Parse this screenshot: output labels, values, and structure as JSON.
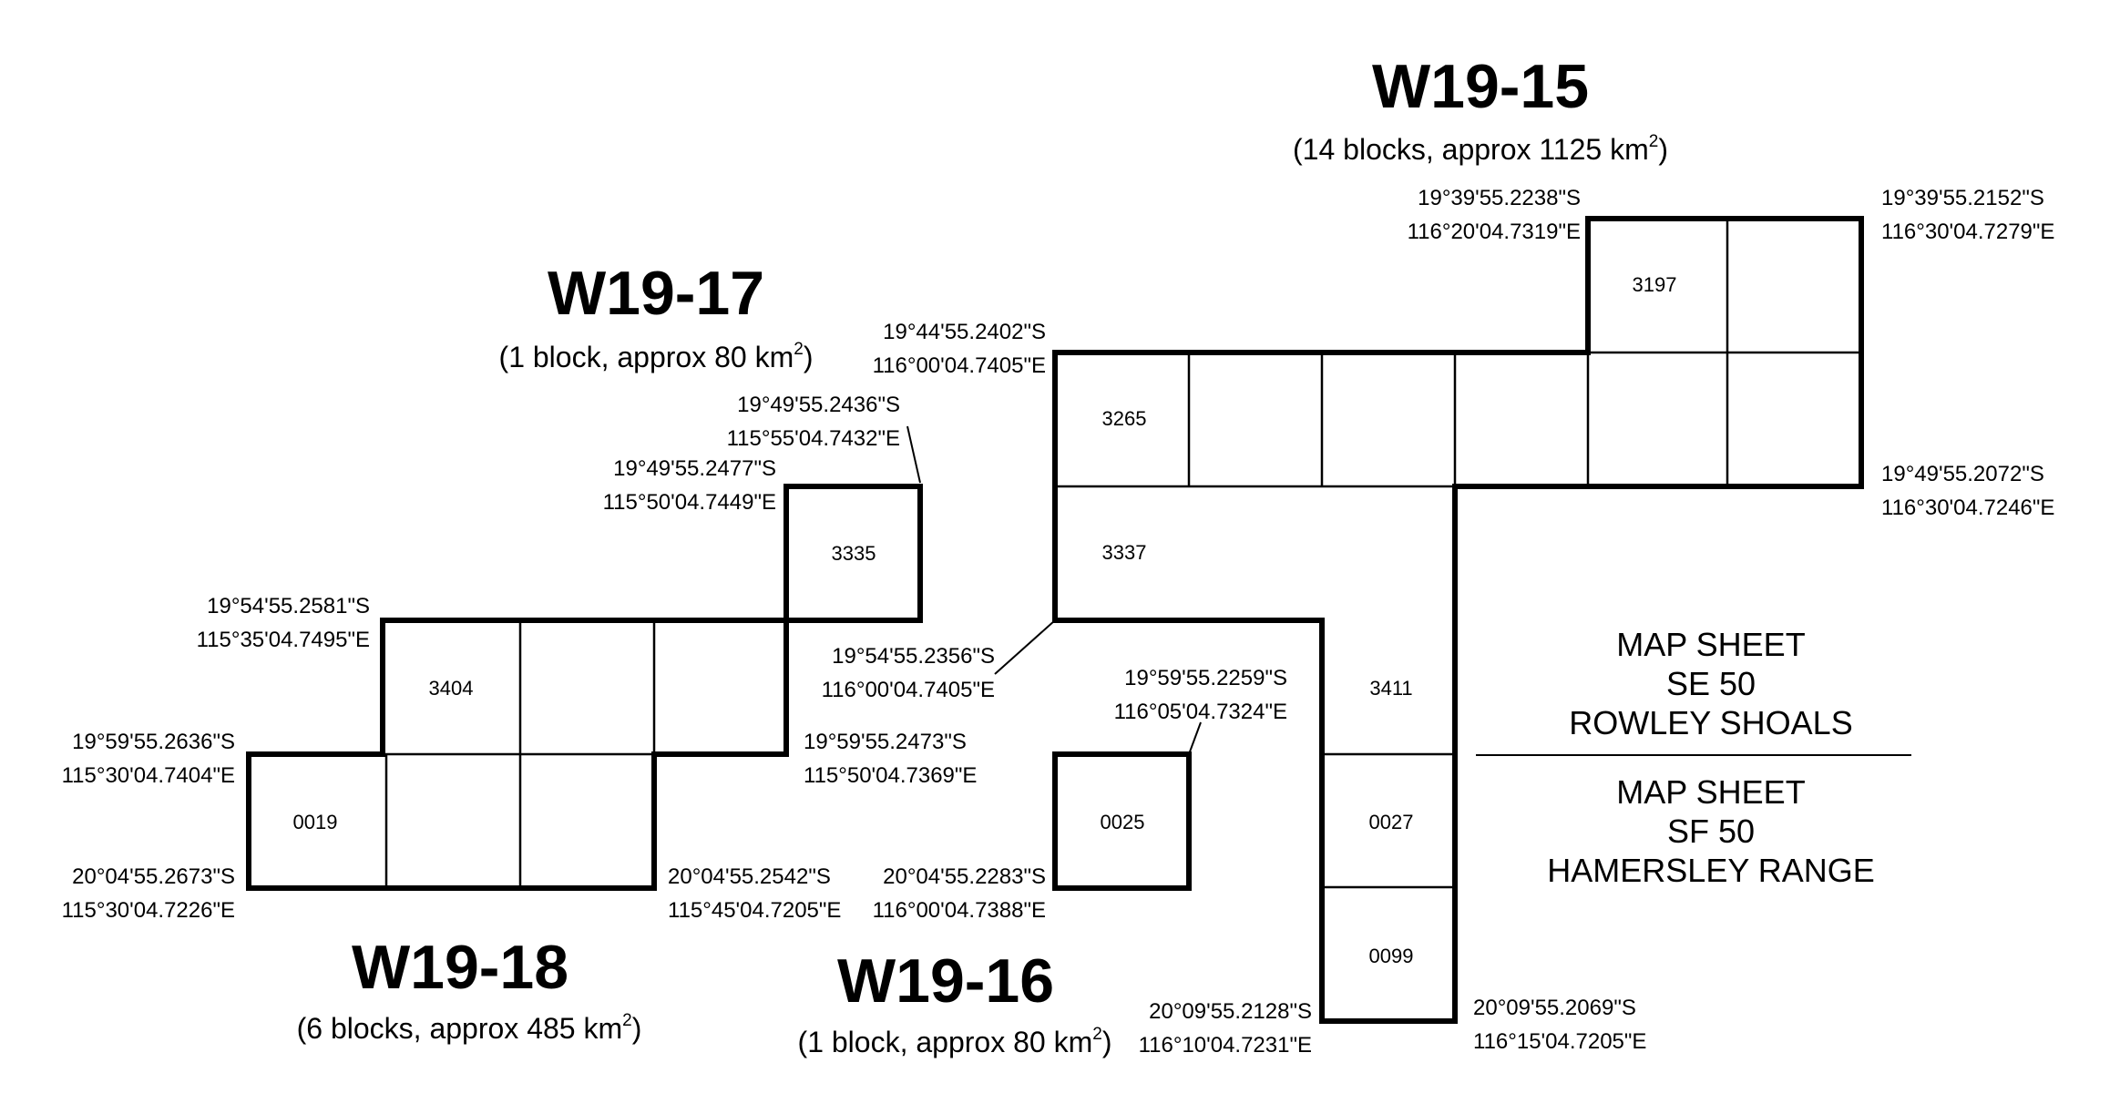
{
  "colors": {
    "line": "#000000",
    "background": "#ffffff",
    "text": "#000000"
  },
  "areas": [
    {
      "id": "W19-15",
      "title": "W19-15",
      "subtitle_main": "(14 blocks, approx 1125 km",
      "subtitle_sup": "2",
      "subtitle_end": ")"
    },
    {
      "id": "W19-17",
      "title": "W19-17",
      "subtitle_main": "(1 block, approx 80 km",
      "subtitle_sup": "2",
      "subtitle_end": ")"
    },
    {
      "id": "W19-18",
      "title": "W19-18",
      "subtitle_main": "(6 blocks, approx 485 km",
      "subtitle_sup": "2",
      "subtitle_end": ")"
    },
    {
      "id": "W19-16",
      "title": "W19-16",
      "subtitle_main": "(1 block, approx 80 km",
      "subtitle_sup": "2",
      "subtitle_end": ")"
    }
  ],
  "block_labels": [
    {
      "area": "W19-15",
      "text": "3197"
    },
    {
      "area": "W19-15",
      "text": "3265"
    },
    {
      "area": "W19-15",
      "text": "3337"
    },
    {
      "area": "W19-15",
      "text": "3411"
    },
    {
      "area": "W19-15",
      "text": "0027"
    },
    {
      "area": "W19-15",
      "text": "0099"
    },
    {
      "area": "W19-17",
      "text": "3335"
    },
    {
      "area": "W19-18",
      "text": "3404"
    },
    {
      "area": "W19-18",
      "text": "0019"
    },
    {
      "area": "W19-16",
      "text": "0025"
    }
  ],
  "coordinates": [
    {
      "lat": "19°39'55.2238\"S",
      "lon": "116°20'04.7319\"E"
    },
    {
      "lat": "19°39'55.2152\"S",
      "lon": "116°30'04.7279\"E"
    },
    {
      "lat": "19°44'55.2402\"S",
      "lon": "116°00'04.7405\"E"
    },
    {
      "lat": "19°49'55.2072\"S",
      "lon": "116°30'04.7246\"E"
    },
    {
      "lat": "19°49'55.2436\"S",
      "lon": "115°55'04.7432\"E"
    },
    {
      "lat": "19°49'55.2477\"S",
      "lon": "115°50'04.7449\"E"
    },
    {
      "lat": "19°54'55.2581\"S",
      "lon": "115°35'04.7495\"E"
    },
    {
      "lat": "19°54'55.2356\"S",
      "lon": "116°00'04.7405\"E"
    },
    {
      "lat": "19°59'55.2259\"S",
      "lon": "116°05'04.7324\"E"
    },
    {
      "lat": "19°59'55.2636\"S",
      "lon": "115°30'04.7404\"E"
    },
    {
      "lat": "19°59'55.2473\"S",
      "lon": "115°50'04.7369\"E"
    },
    {
      "lat": "20°04'55.2673\"S",
      "lon": "115°30'04.7226\"E"
    },
    {
      "lat": "20°04'55.2542\"S",
      "lon": "115°45'04.7205\"E"
    },
    {
      "lat": "20°04'55.2283\"S",
      "lon": "116°00'04.7388\"E"
    },
    {
      "lat": "20°09'55.2128\"S",
      "lon": "116°10'04.7231\"E"
    },
    {
      "lat": "20°09'55.2069\"S",
      "lon": "116°15'04.7205\"E"
    }
  ],
  "map_sheets": {
    "upper": {
      "line1": "MAP SHEET",
      "line2": "SE 50",
      "line3": "ROWLEY SHOALS"
    },
    "lower": {
      "line1": "MAP SHEET",
      "line2": "SF 50",
      "line3": "HAMERSLEY RANGE"
    }
  }
}
